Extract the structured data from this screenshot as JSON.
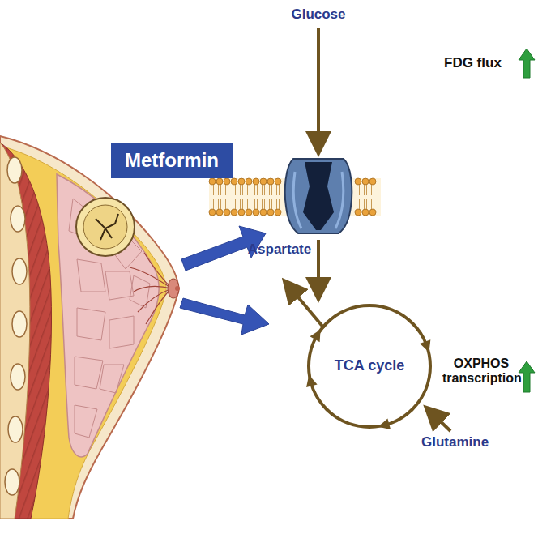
{
  "diagram": {
    "nodes": [
      {
        "text": [
          "Metformin"
        ]
      },
      {
        "text": [
          "TCA cycle"
        ]
      }
    ],
    "labels": [
      "Glucose",
      "FDG flux",
      "Aspartate",
      "OXPHOS transcription",
      "Glutamine"
    ]
  }
}
